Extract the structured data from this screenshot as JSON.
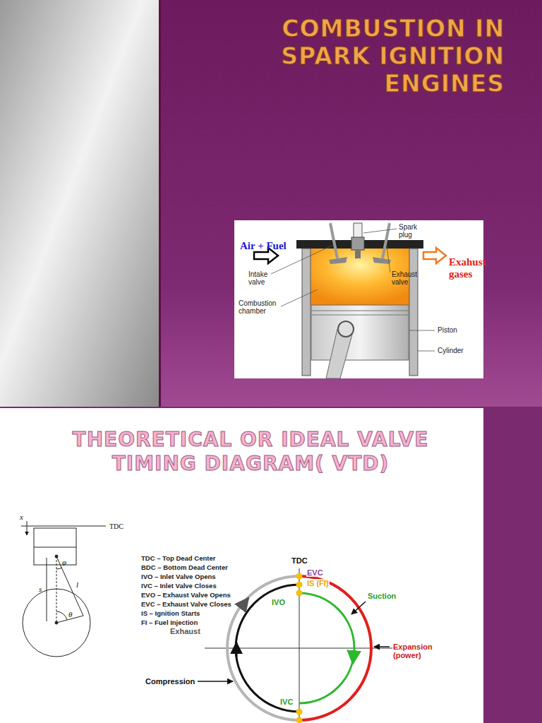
{
  "diagram": {
    "title": "COMBUSTION IN SPARK IGNITION ENGINES",
    "labels": [
      "Spark plug",
      "Air + Fuel",
      "Intake valve",
      "Exhaust valve",
      "Exahust gases",
      "Combustion chamber",
      "Piston",
      "Cylinder",
      "THEORETICAL OR IDEAL VALVE TIMING DIAGRAM( VTD)",
      "TDC",
      "x",
      "s",
      "l",
      "θ",
      "φ",
      "TDC – Top Dead Center",
      "BDC – Bottom Dead Center",
      "IVO – Inlet Valve Opens",
      "IVC – Inlet Valve Closes",
      "EVO – Exhaust Valve Opens",
      "EVC – Exhaust Valve Closes",
      "IS – Ignition Starts",
      "FI – Fuel Injection",
      "TDC",
      "EVC",
      "IS (FI)",
      "IVO",
      "Suction",
      "Expansion (power)",
      "Exhaust",
      "Compression",
      "IVC"
    ]
  }
}
